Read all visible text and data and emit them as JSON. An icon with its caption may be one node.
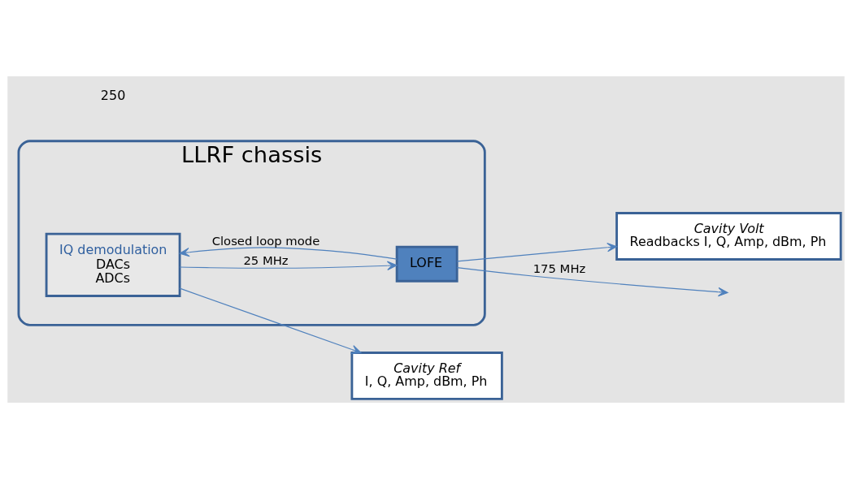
{
  "diagram": {
    "nodes": [
      {
        "text": [
          "LLRF chassis"
        ]
      },
      {
        "text": [
          "IQ demodulation",
          "DACs",
          "ADCs"
        ],
        "in": 0
      },
      {
        "text": [
          "LOFE"
        ],
        "in": 0
      },
      {
        "text": [
          "Cavity Ref",
          "I, Q, Amp, dBm, Ph"
        ]
      },
      {
        "text": [
          "Cavity Volt",
          "Readbacks I, Q, Amp, dBm, Ph"
        ]
      }
    ],
    "edges": [
      {
        "from": 1,
        "to": 2,
        "arrow": "to",
        "label": "25 MHz"
      },
      {
        "from": 1,
        "to": 3,
        "arrow": "to"
      },
      {
        "from": 2,
        "to": null,
        "arrow": "to",
        "label": "175 MHz"
      },
      {
        "from": 2,
        "to": 4,
        "arrow": "to"
      },
      {
        "from": 2,
        "to": 1,
        "arrow": "to",
        "label": "Closed loop mode"
      }
    ],
    "labels": [
      "250"
    ]
  }
}
